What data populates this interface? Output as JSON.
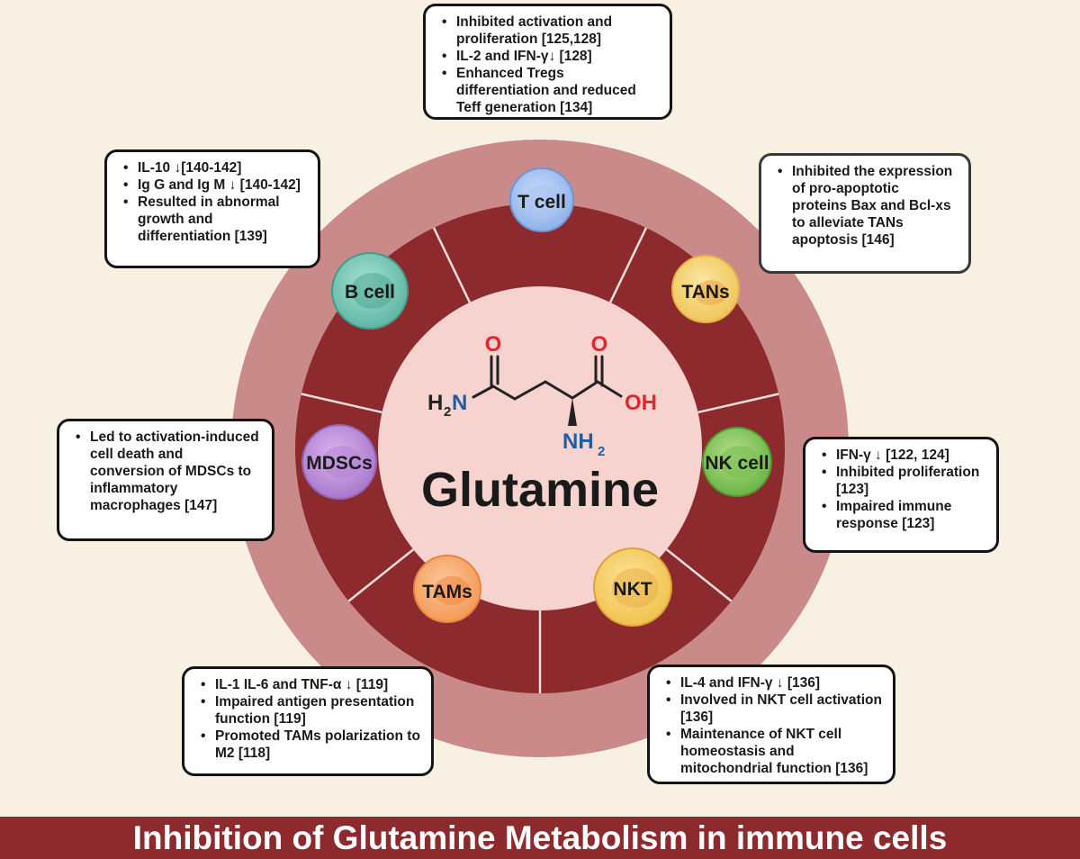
{
  "title": "Inhibition of Glutamine Metabolism in immune cells",
  "center_label": "Glutamine",
  "molecule": {
    "atoms": {
      "o_left": "O",
      "o_right": "O",
      "h2n_h": "H",
      "h2n_2": "2",
      "h2n_n": "N",
      "oh": "OH",
      "nh2_n": "NH",
      "nh2_2": "2"
    }
  },
  "cells": [
    {
      "label": "T cell"
    },
    {
      "label": "TANs"
    },
    {
      "label": "NK cell"
    },
    {
      "label": "NKT"
    },
    {
      "label": "TAMs"
    },
    {
      "label": "MDSCs"
    },
    {
      "label": "B cell"
    }
  ],
  "callouts": {
    "t_cell": [
      "Inhibited activation and proliferation  [125,128]",
      "IL-2 and IFN-γ↓ [128]",
      "Enhanced Tregs differentiation and reduced Teff generation [134]"
    ],
    "b_cell": [
      "IL-10 ↓[140-142]",
      "Ig G and Ig M ↓ [140-142]",
      "Resulted in abnormal growth and differentiation [139]"
    ],
    "tans": [
      "Inhibited the expression of pro-apoptotic proteins Bax and Bcl-xs to alleviate TANs apoptosis [146]"
    ],
    "mdscs": [
      "Led to activation-induced cell death and conversion of MDSCs to inflammatory macrophages [147]"
    ],
    "nk_cell": [
      "IFN-γ ↓ [122, 124]",
      "Inhibited  proliferation [123]",
      "Impaired immune response  [123]"
    ],
    "tams": [
      "IL-1 IL-6 and TNF-α ↓ [119]",
      "Impaired  antigen presentation function [119]",
      "Promoted TAMs polarization to M2 [118]"
    ],
    "nkt": [
      "IL-4 and IFN-γ ↓ [136]",
      "Involved in NKT cell activation [136]",
      "Maintenance of NKT cell homeostasis and mitochondrial function [136]"
    ]
  },
  "colors": {
    "background": "#f8f1e3",
    "outer_ring": "#c98a89",
    "inner_ring": "#8c2a2d",
    "center_disc": "#f6d3cf",
    "oxygen": "#e3262a",
    "nitrogen": "#1a5ea8",
    "banner": "#8c2a2d"
  }
}
